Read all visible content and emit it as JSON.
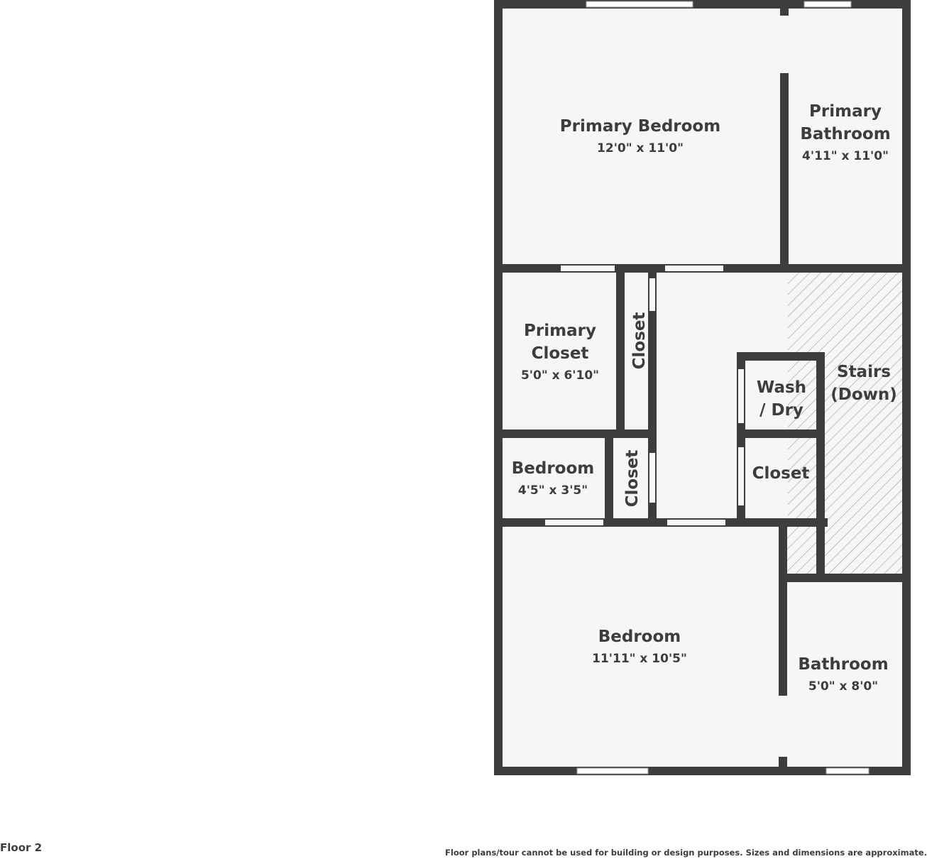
{
  "floor_label": "Floor 2",
  "disclaimer": "Floor plans/tour cannot be used for building or design purposes. Sizes and dimensions are approximate.",
  "colors": {
    "wall": "#3d3d3d",
    "floor": "#f6f6f6",
    "text": "#3d3d3d",
    "window": "#ffffff"
  },
  "rooms": {
    "primary_bedroom": {
      "name": "Primary Bedroom",
      "dims": "12'0\" x 11'0\""
    },
    "primary_bathroom": {
      "name_line1": "Primary",
      "name_line2": "Bathroom",
      "dims": "4'11\" x 11'0\""
    },
    "primary_closet": {
      "name_line1": "Primary",
      "name_line2": "Closet",
      "dims": "5'0\" x 6'10\""
    },
    "closet_upper": {
      "name": "Closet"
    },
    "closet_lower": {
      "name": "Closet"
    },
    "wash_dry": {
      "name_line1": "Wash",
      "name_line2": "/ Dry"
    },
    "closet_right": {
      "name": "Closet"
    },
    "stairs": {
      "name_line1": "Stairs",
      "name_line2": "(Down)"
    },
    "bedroom_small": {
      "name": "Bedroom",
      "dims": "4'5\" x 3'5\""
    },
    "bedroom_main": {
      "name": "Bedroom",
      "dims": "11'11\" x 10'5\""
    },
    "bathroom": {
      "name": "Bathroom",
      "dims": "5'0\" x 8'0\""
    }
  }
}
